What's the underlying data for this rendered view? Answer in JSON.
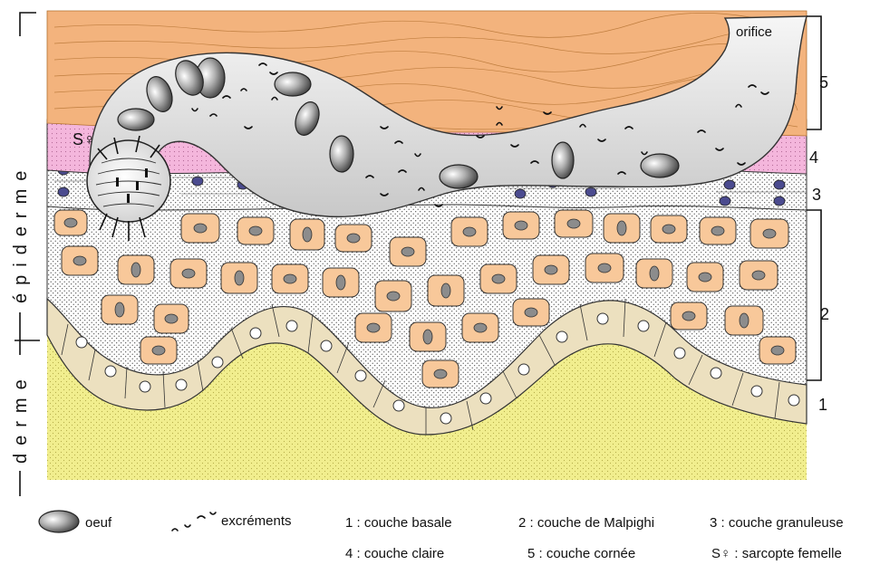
{
  "side_labels": {
    "epidermis": "épiderme",
    "dermis": "derme"
  },
  "layer_numbers": {
    "basal": "1",
    "malpighi": "2",
    "granular": "3",
    "clear": "4",
    "horny": "5"
  },
  "orifice_label": "orifice",
  "female_label": "S♀",
  "legend": {
    "egg": "oeuf",
    "excrement": "excréments",
    "basal": "1 : couche basale",
    "malpighi": "2 : couche de Malpighi",
    "granular": "3 : couche granuleuse",
    "clear": "4 : couche claire",
    "horny": "5 : couche cornée",
    "sarcopte": "S♀ : sarcopte femelle"
  },
  "colors": {
    "horny_layer": "#f3b37d",
    "clear_layer": "#f4b6dc",
    "malpighi_cell": "#f8c89a",
    "nucleus": "#8c8c8c",
    "granular_nucleus": "#4b4b8f",
    "dermis": "#f1ee8e",
    "basal_layer": "#ece0bf",
    "tunnel": "#dcdcdc"
  }
}
